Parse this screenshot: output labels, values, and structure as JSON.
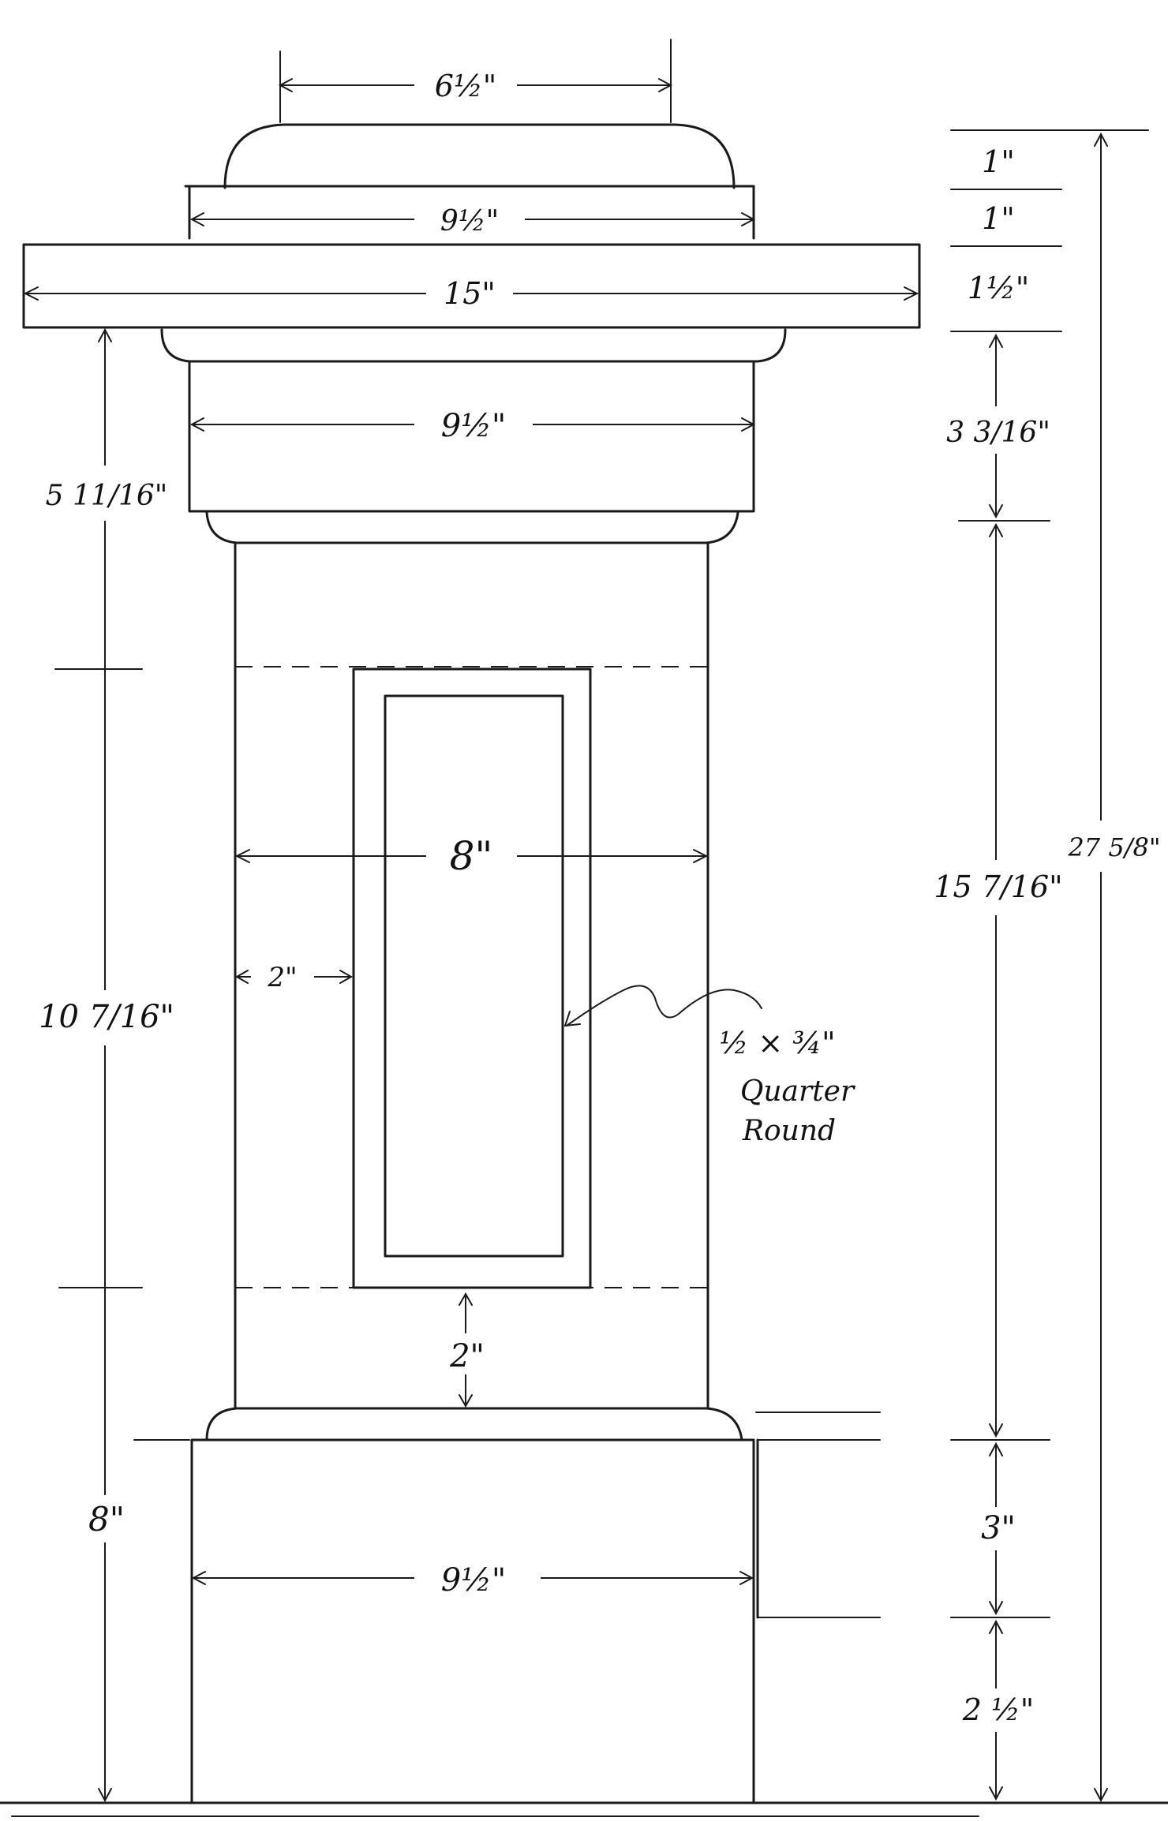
{
  "dimensions": {
    "cap_top_width": "6½\"",
    "cap_mid_width": "9½\"",
    "cap_slab_width": "15\"",
    "upper_block_width": "9½\"",
    "shaft_width": "8\"",
    "panel_side_margin": "2\"",
    "panel_bottom_margin": "2\"",
    "base_width": "9½\"",
    "left_top_height": "5 11/16\"",
    "left_mid_height": "10 7/16\"",
    "left_bottom_height": "8\"",
    "right_cap_1": "1\"",
    "right_cap_2": "1\"",
    "right_cap_3": "1½\"",
    "right_upper_block": "3 3/16\"",
    "right_shaft": "15 7/16\"",
    "right_base_upper": "3\"",
    "right_base_lower": "2 ½\"",
    "overall_height": "27 5/8\""
  },
  "annotation": {
    "line1": "½ × ¾\"",
    "line2": "Quarter",
    "line3": "Round"
  }
}
